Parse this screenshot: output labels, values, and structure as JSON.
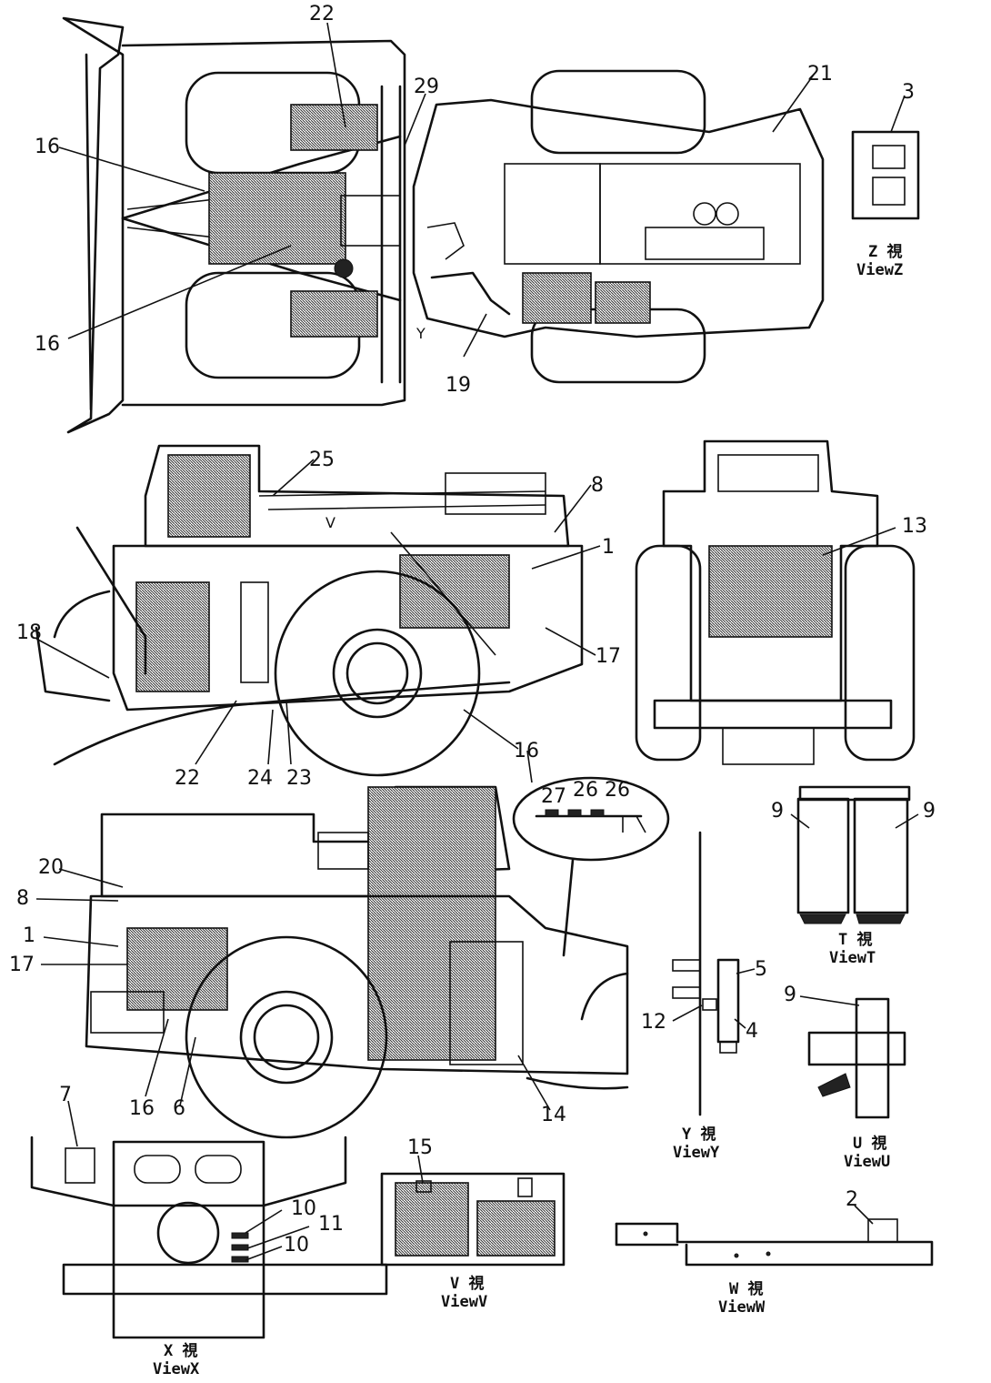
{
  "views": {
    "z": {
      "jp": "Z 視",
      "en": "ViewZ"
    },
    "t": {
      "jp": "T 視",
      "en": "ViewT"
    },
    "y": {
      "jp": "Y 視",
      "en": "ViewY"
    },
    "u": {
      "jp": "U 視",
      "en": "ViewU"
    },
    "x": {
      "jp": "X 視",
      "en": "ViewX"
    },
    "v": {
      "jp": "V 視",
      "en": "ViewV"
    },
    "w": {
      "jp": "W 視",
      "en": "ViewW"
    }
  },
  "callouts": {
    "c22": "22",
    "c29": "29",
    "c21": "21",
    "c3": "3",
    "c16a": "16",
    "c16b": "16",
    "c19": "19",
    "c25": "25",
    "c8a": "8",
    "c1a": "1",
    "c13": "13",
    "c18": "18",
    "c17a": "17",
    "c16c": "16",
    "c22b": "22",
    "c24": "24",
    "c23": "23",
    "c27": "27",
    "c26a": "26",
    "c26b": "26",
    "c9a": "9",
    "c9b": "9",
    "c20": "20",
    "c8b": "8",
    "c1b": "1",
    "c17b": "17",
    "c5": "5",
    "c12": "12",
    "c4": "4",
    "c9c": "9",
    "c16d": "16",
    "c6": "6",
    "c14": "14",
    "c7": "7",
    "c15": "15",
    "c10a": "10",
    "c11": "11",
    "c10b": "10",
    "c2": "2"
  },
  "arrow_letters": {
    "y": "Y",
    "v": "V"
  }
}
